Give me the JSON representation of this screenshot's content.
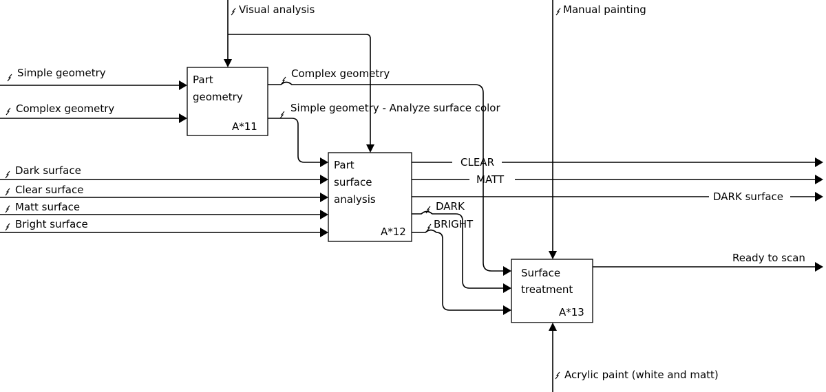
{
  "boxes": {
    "a11": {
      "line1": "Part",
      "line2": "geometry",
      "id": "A*11"
    },
    "a12": {
      "line1": "Part",
      "line2": "surface",
      "line3": "analysis",
      "id": "A*12"
    },
    "a13": {
      "line1": "Surface",
      "line2": "treatment",
      "id": "A*13"
    }
  },
  "labels": {
    "visual_analysis": "Visual analysis",
    "manual_painting": "Manual painting",
    "simple_geometry_in": "Simple geometry",
    "complex_geometry_in": "Complex geometry",
    "complex_geometry_out": "Complex geometry",
    "simple_geometry_out": "Simple geometry  - Analyze surface color",
    "dark_surface": "Dark surface",
    "clear_surface": "Clear surface",
    "matt_surface": "Matt surface",
    "bright_surface": "Bright surface",
    "clear_out": "CLEAR",
    "matt_out": "MATT",
    "dark_surface_out": "DARK surface",
    "dark": "DARK",
    "bright": "BRIGHT",
    "ready_to_scan": "Ready to scan",
    "acrylic_paint": "Acrylic paint (white and matt)"
  }
}
